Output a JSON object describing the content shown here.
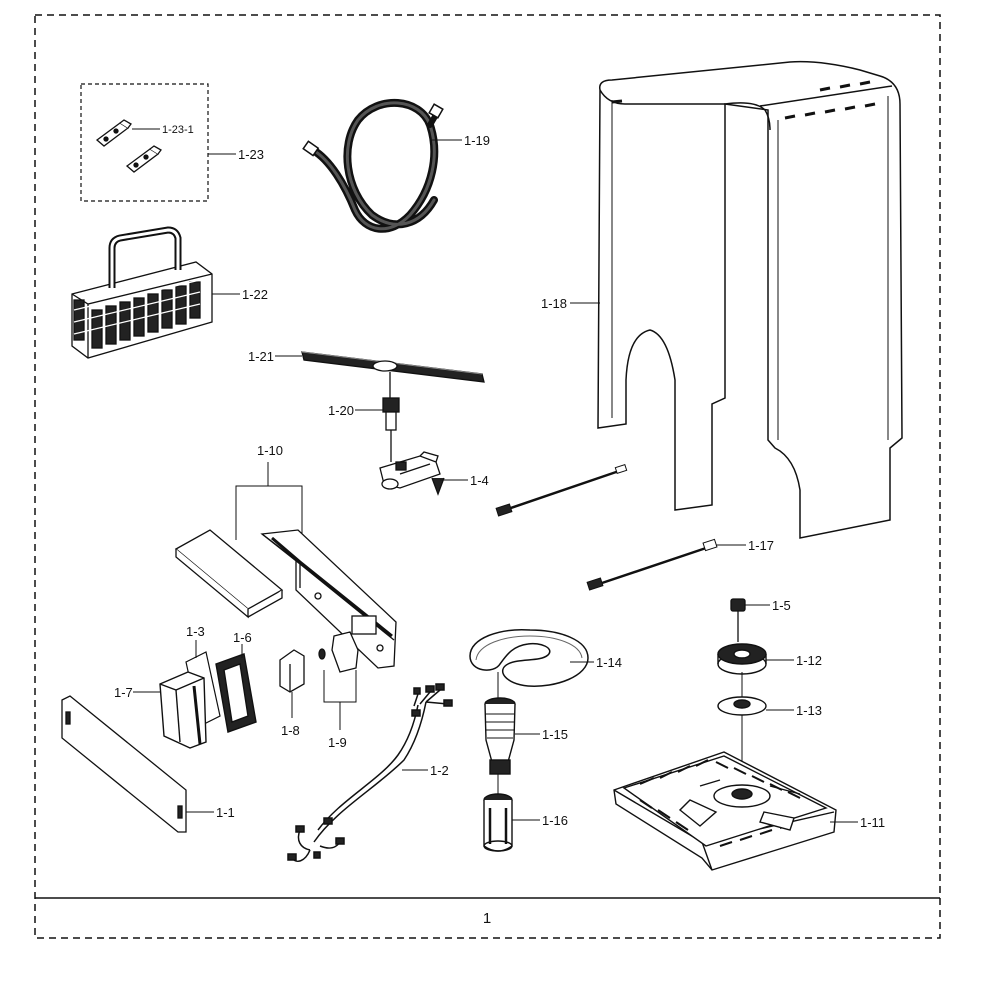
{
  "labels": {
    "p1": "1",
    "p1_1": "1-1",
    "p1_2": "1-2",
    "p1_3": "1-3",
    "p1_4": "1-4",
    "p1_5": "1-5",
    "p1_6": "1-6",
    "p1_7": "1-7",
    "p1_8": "1-8",
    "p1_9": "1-9",
    "p1_10": "1-10",
    "p1_11": "1-11",
    "p1_12": "1-12",
    "p1_13": "1-13",
    "p1_14": "1-14",
    "p1_15": "1-15",
    "p1_16": "1-16",
    "p1_17": "1-17",
    "p1_18": "1-18",
    "p1_19": "1-19",
    "p1_20": "1-20",
    "p1_21": "1-21",
    "p1_22": "1-22",
    "p1_23": "1-23",
    "p1_23_1": "1-23-1"
  },
  "colors": {
    "line": "#111111",
    "fill": "#ffffff",
    "shade": "#9a9a9a",
    "dark": "#222222"
  }
}
